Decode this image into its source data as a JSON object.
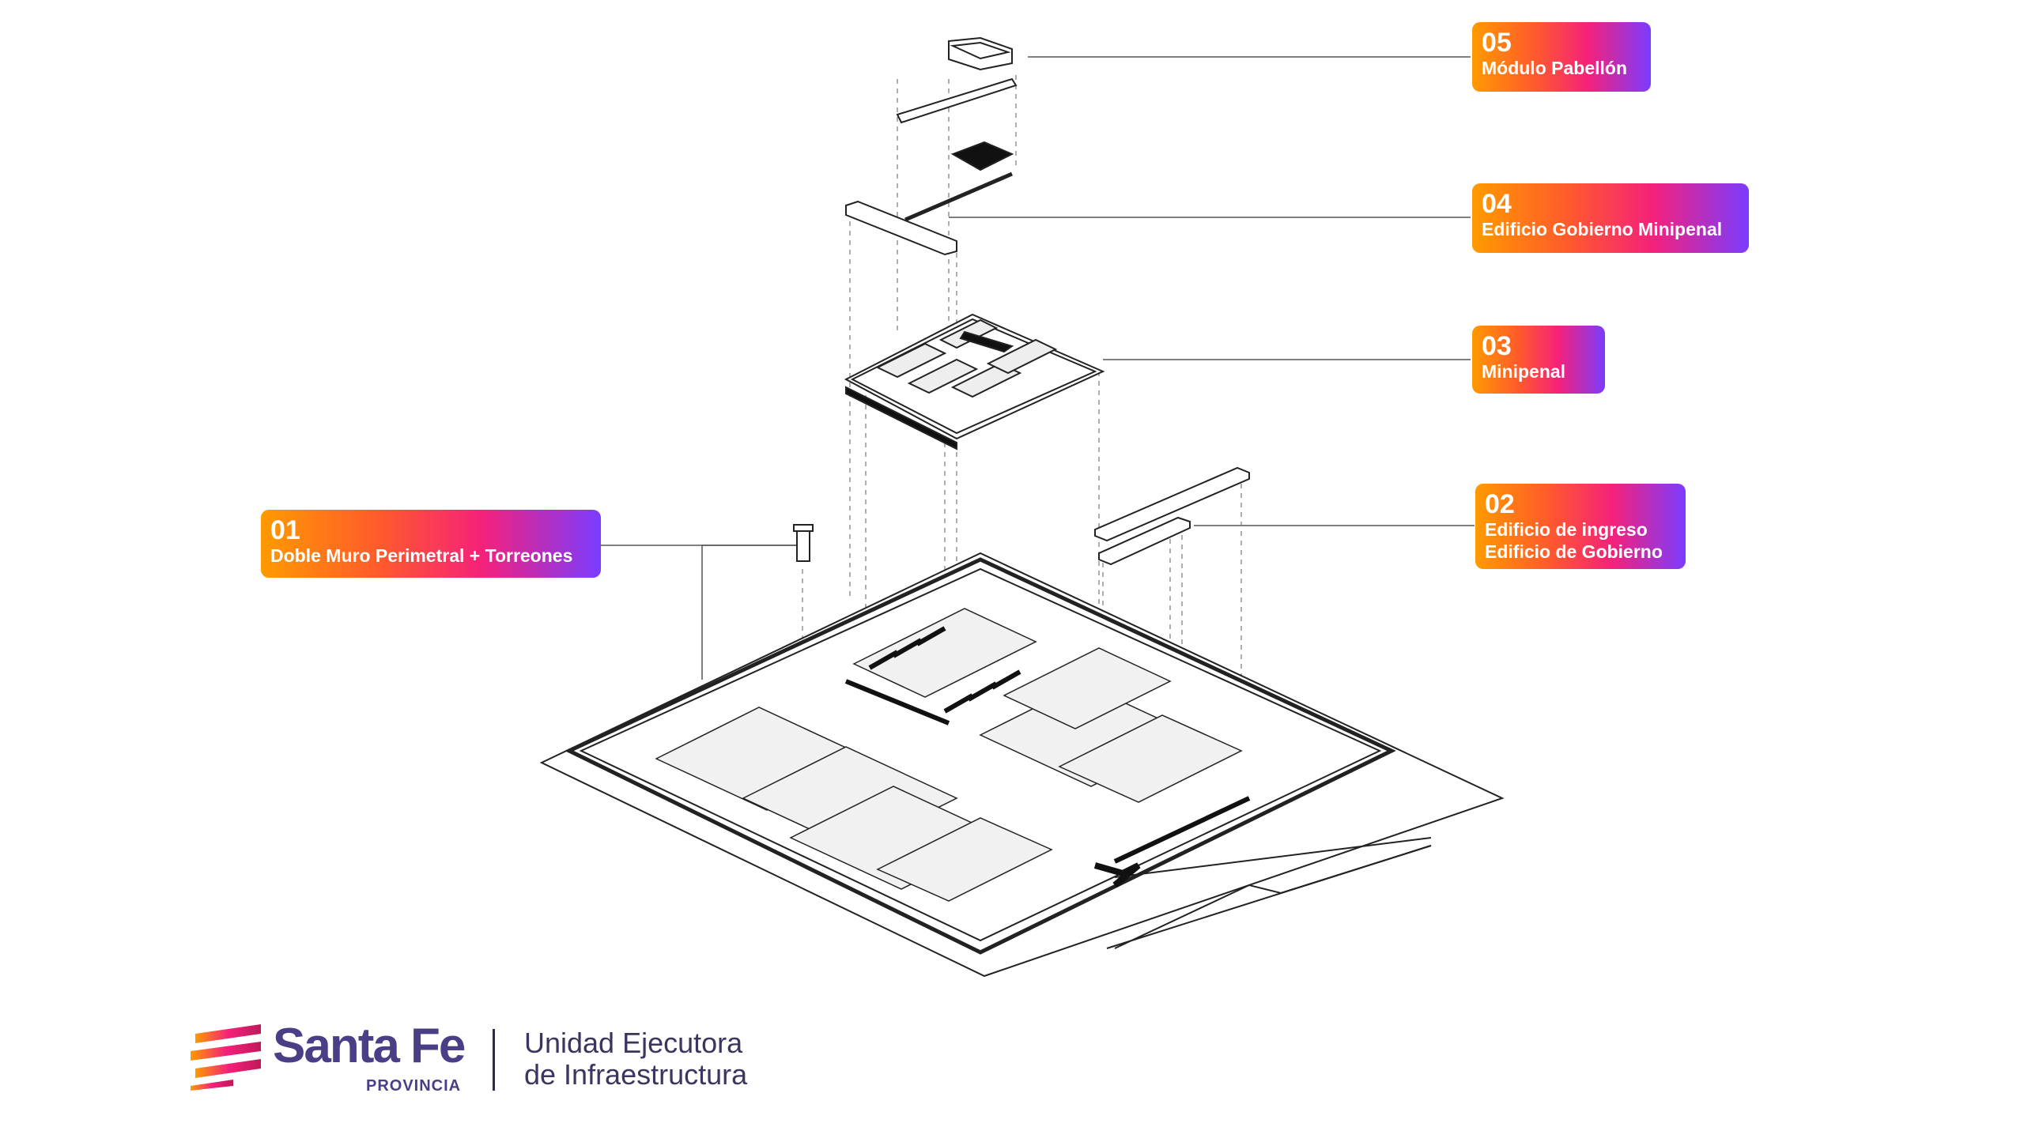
{
  "callouts": [
    {
      "num": "05",
      "lines": [
        "Módulo Pabellón"
      ]
    },
    {
      "num": "04",
      "lines": [
        "Edificio Gobierno Minipenal"
      ]
    },
    {
      "num": "03",
      "lines": [
        "Minipenal"
      ]
    },
    {
      "num": "02",
      "lines": [
        "Edificio de ingreso",
        "Edificio de Gobierno"
      ]
    },
    {
      "num": "01",
      "lines": [
        "Doble Muro Perimetral + Torreones"
      ]
    }
  ],
  "logo": {
    "brand": "Santa Fe",
    "province": "PROVINCIA",
    "unit_line1": "Unidad Ejecutora",
    "unit_line2": "de Infraestructura"
  },
  "colors": {
    "gradient": [
      "#ff9a00",
      "#ff5a2c",
      "#f5217a",
      "#7a3cff"
    ],
    "brand_text": "#4a3f86",
    "drawing": "#1a1a1a"
  }
}
